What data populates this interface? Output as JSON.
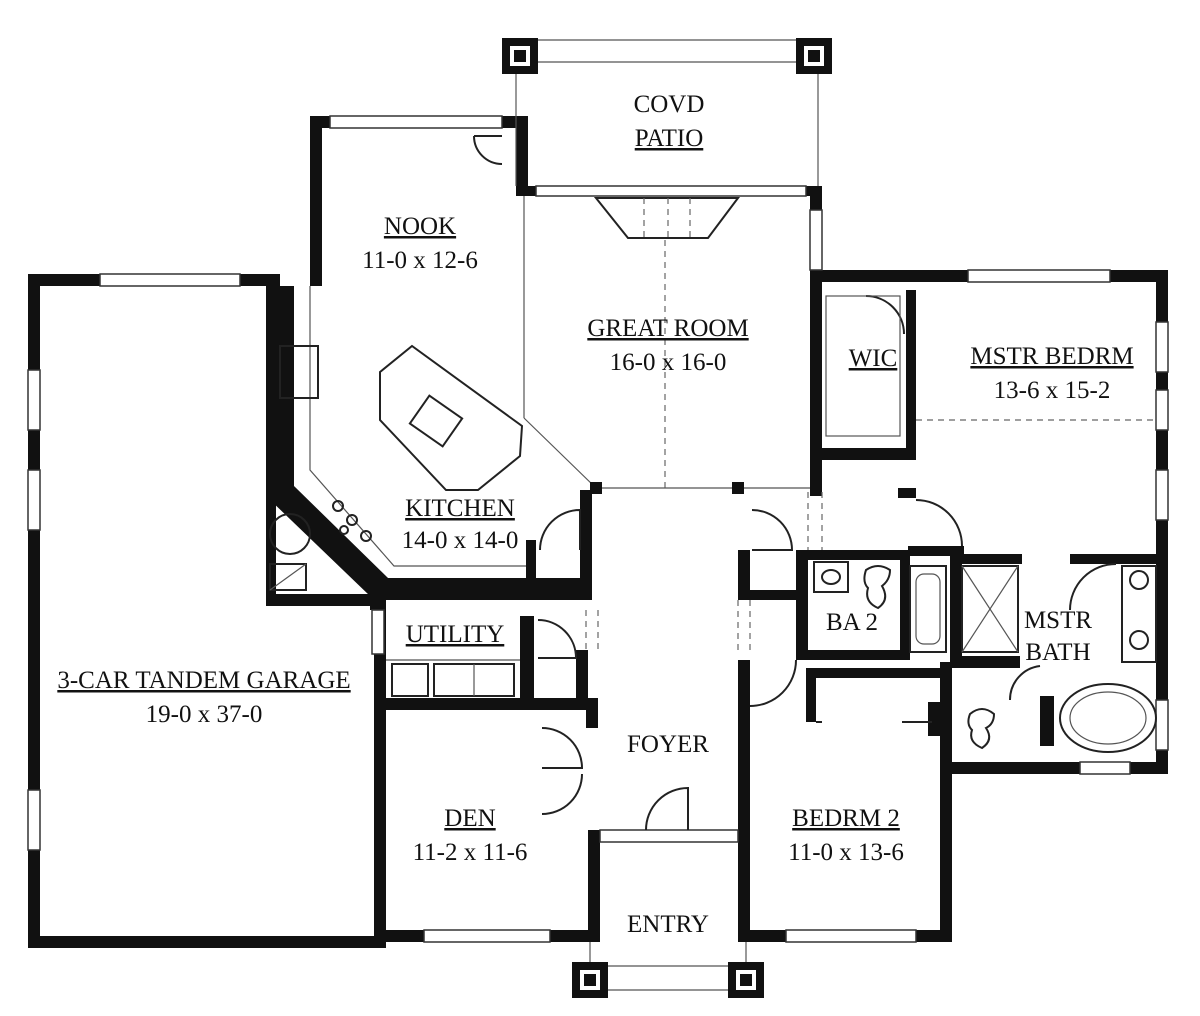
{
  "rooms": {
    "patio": {
      "name_line1": "COVD",
      "name_line2": "PATIO"
    },
    "nook": {
      "name": "NOOK",
      "size": "11-0 x 12-6"
    },
    "great": {
      "name": "GREAT ROOM",
      "size": "16-0 x 16-0"
    },
    "wic": {
      "name": "WIC"
    },
    "master": {
      "name": "MSTR BEDRM",
      "size": "13-6 x 15-2"
    },
    "kitchen": {
      "name": "KITCHEN",
      "size": "14-0 x 14-0"
    },
    "utility": {
      "name": "UTILITY"
    },
    "ba2": {
      "name": "BA 2"
    },
    "mbath": {
      "name_line1": "MSTR",
      "name_line2": "BATH"
    },
    "garage": {
      "name": "3-CAR TANDEM GARAGE",
      "size": "19-0 x 37-0"
    },
    "foyer": {
      "name": "FOYER"
    },
    "den": {
      "name": "DEN",
      "size": "11-2 x 11-6"
    },
    "bed2": {
      "name": "BEDRM 2",
      "size": "11-0 x 13-6"
    },
    "entry": {
      "name": "ENTRY"
    }
  }
}
